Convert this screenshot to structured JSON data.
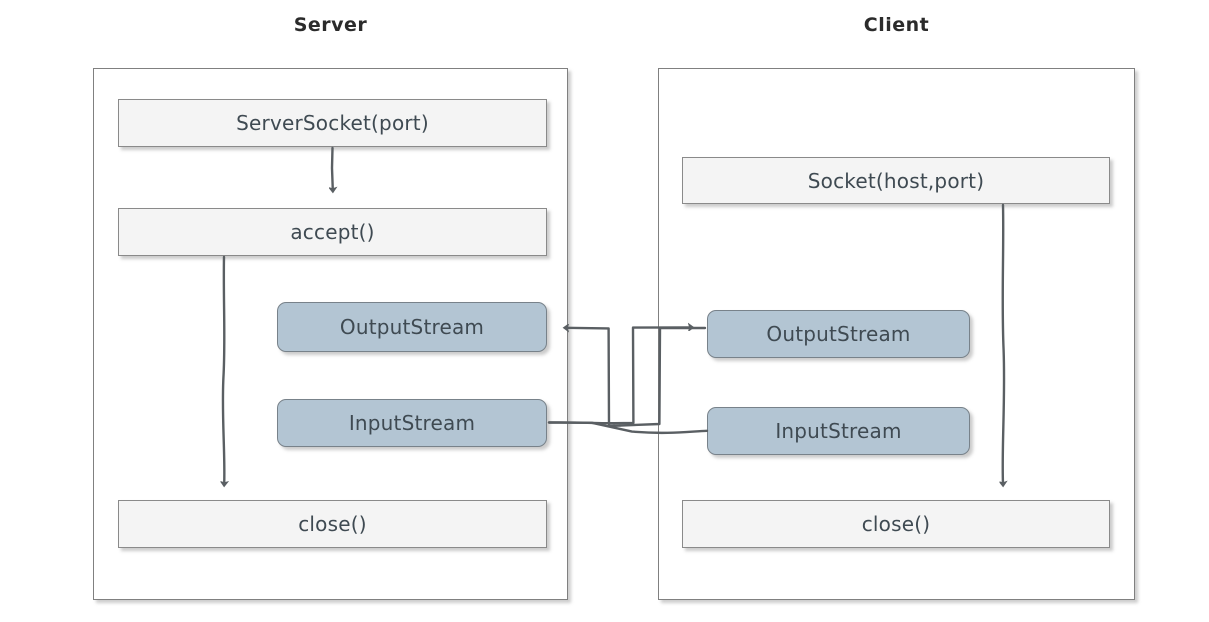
{
  "diagram": {
    "title_server": "Server",
    "title_client": "Client",
    "colors": {
      "stream_fill": "#b3c5d3",
      "plain_fill": "#f4f4f4",
      "border": "#808080",
      "text": "#3f4a52",
      "wire": "#5a5f63",
      "background": "#ffffff"
    },
    "server": {
      "label": "Server",
      "nodes": [
        {
          "id": "server-socket",
          "label": "ServerSocket(port)",
          "style": "plain"
        },
        {
          "id": "accept",
          "label": "accept()",
          "style": "plain"
        },
        {
          "id": "output-stream",
          "label": "OutputStream",
          "style": "stream"
        },
        {
          "id": "input-stream",
          "label": "InputStream",
          "style": "stream"
        },
        {
          "id": "close",
          "label": "close()",
          "style": "plain"
        }
      ]
    },
    "client": {
      "label": "Client",
      "nodes": [
        {
          "id": "socket",
          "label": "Socket(host,port)",
          "style": "plain"
        },
        {
          "id": "output-stream",
          "label": "OutputStream",
          "style": "stream"
        },
        {
          "id": "input-stream",
          "label": "InputStream",
          "style": "stream"
        },
        {
          "id": "close",
          "label": "close()",
          "style": "plain"
        }
      ]
    },
    "connections": [
      {
        "from": "server.server-socket",
        "to": "server.accept",
        "arrow": "down"
      },
      {
        "from": "server.accept",
        "to": "server.close",
        "arrow": "down"
      },
      {
        "from": "client.socket",
        "to": "client.close",
        "arrow": "down"
      },
      {
        "from": "client.output-stream",
        "to": "server.output-stream",
        "arrow": "left"
      },
      {
        "from": "server.input-stream",
        "to": "client.output-stream",
        "arrow": "right"
      },
      {
        "from": "server.input-stream",
        "to": "client.input-stream",
        "arrow": "none"
      }
    ]
  }
}
